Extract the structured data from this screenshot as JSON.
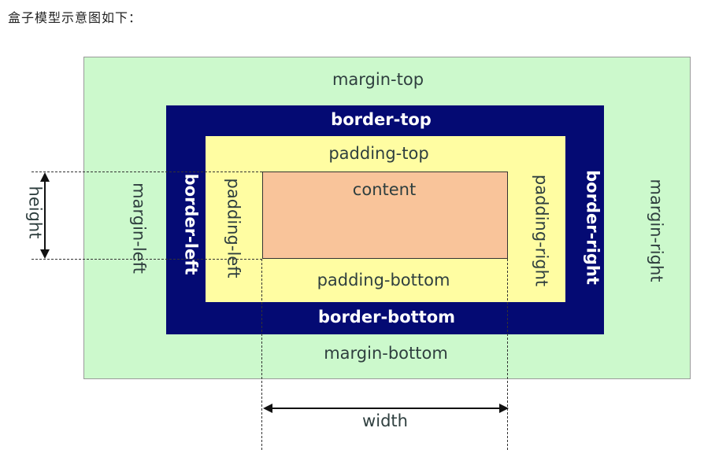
{
  "heading": "盒子模型示意图如下：",
  "diagram": {
    "margin": {
      "top": "margin-top",
      "bottom": "margin-bottom",
      "left": "margin-left",
      "right": "margin-right",
      "color": "#ccf9cc"
    },
    "border": {
      "top": "border-top",
      "bottom": "border-bottom",
      "left": "border-left",
      "right": "border-right",
      "color": "#040a73"
    },
    "padding": {
      "top": "padding-top",
      "bottom": "padding-bottom",
      "left": "padding-left",
      "right": "padding-right",
      "color": "#fffda2"
    },
    "content": {
      "label": "content",
      "color": "#f9c49a"
    },
    "dimensions": {
      "height": "height",
      "width": "width"
    }
  }
}
